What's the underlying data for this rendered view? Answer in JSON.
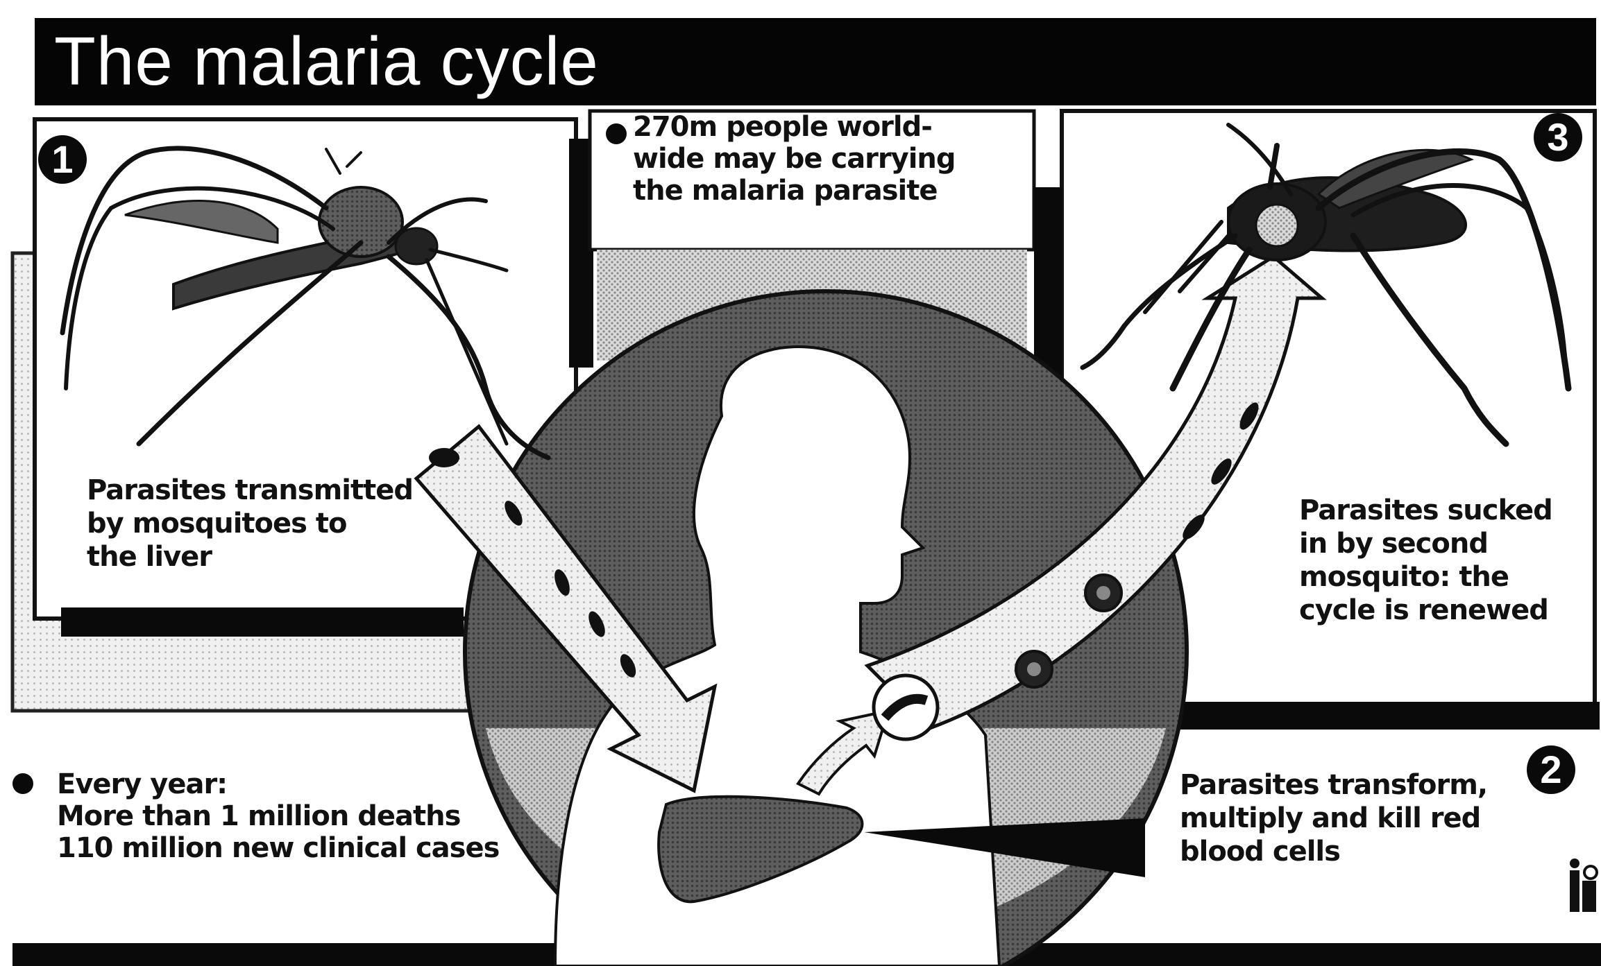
{
  "title": "The malaria cycle",
  "steps": [
    {
      "number": "1",
      "caption": [
        "Parasites transmitted",
        "by mosquitoes to",
        "the liver"
      ]
    },
    {
      "number": "2",
      "caption": [
        "Parasites transform,",
        "multiply and kill red",
        "blood cells"
      ]
    },
    {
      "number": "3",
      "caption": [
        "Parasites sucked",
        "in by second",
        "mosquito: the",
        "cycle is renewed"
      ]
    }
  ],
  "stats": {
    "carriers": [
      "270m people world-",
      "wide may be carrying",
      "the malaria parasite"
    ],
    "yearly": [
      "Every year:",
      "More than 1 million deaths",
      "110 million new clinical cases"
    ]
  },
  "colors": {
    "ink": "#0a0a0a",
    "paper": "#ffffff",
    "halftone": "#6e6e6e",
    "shade": "#c8c8c8"
  }
}
